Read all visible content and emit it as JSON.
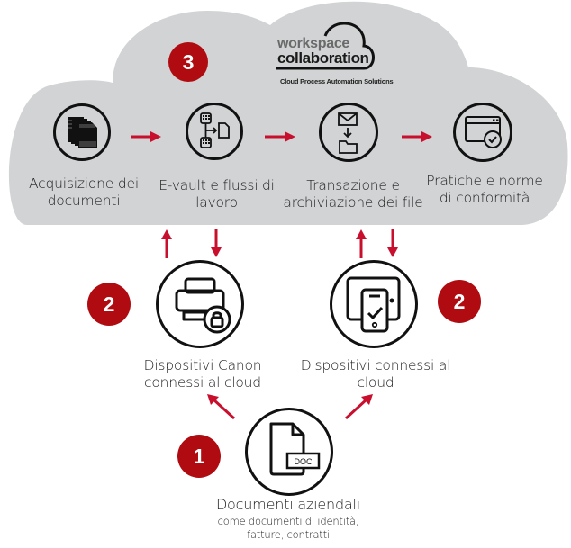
{
  "logo": {
    "line1": "workspace",
    "line2": "collaboration",
    "tagline": "Cloud Process Automation Solutions"
  },
  "colors": {
    "cloud": "#d1d3d4",
    "accent_red": "#b00b10",
    "arrow_red": "#c8102e",
    "icon_stroke": "#111111"
  },
  "badges": {
    "cloud_step": "3",
    "devices_left": "2",
    "devices_right": "2",
    "documents": "1"
  },
  "cloud_steps": [
    {
      "icon": "document-stack-icon",
      "line1": "Acquisizione dei",
      "line2": "documenti"
    },
    {
      "icon": "workflow-icon",
      "line1": "E-vault e flussi di",
      "line2": "lavoro"
    },
    {
      "icon": "mail-to-folder-icon",
      "line1": "Transazione e",
      "line2": "archiviazione dei file"
    },
    {
      "icon": "compliance-window-icon",
      "line1": "Pratiche e norme",
      "line2": "di conformità"
    }
  ],
  "devices": [
    {
      "icon": "secure-printer-icon",
      "line1": "Dispositivi Canon",
      "line2": "connessi al cloud"
    },
    {
      "icon": "mobile-tablet-icon",
      "line1": "Dispositivi connessi al",
      "line2": "cloud"
    }
  ],
  "source": {
    "icon": "doc-file-icon",
    "doc_label": "DOC",
    "title": "Documenti aziendali",
    "subtitle_line1": "come documenti di identità,",
    "subtitle_line2": "fatture, contratti"
  }
}
